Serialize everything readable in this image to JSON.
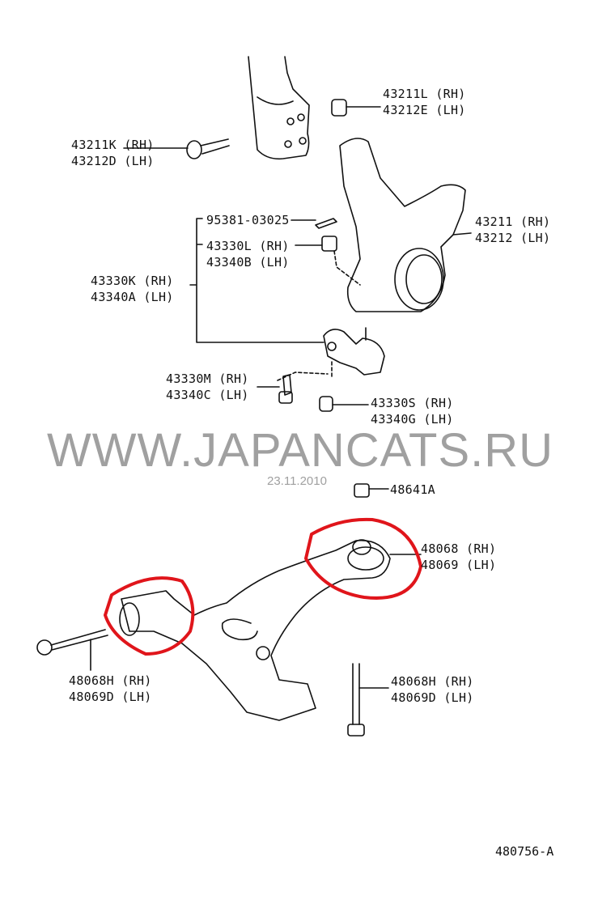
{
  "watermark": "WWW.JAPANCATS.RU",
  "date": "23.11.2010",
  "figure_number": "480756-A",
  "highlight_color": "#e0151b",
  "parts": {
    "strut_nut": {
      "rh": "43211L (RH)",
      "lh": "43212E (LH)"
    },
    "strut_bolt": {
      "rh": "43211K (RH)",
      "lh": "43212D (LH)"
    },
    "cotter_pin": {
      "num": "95381-03025"
    },
    "castle_nut": {
      "rh": "43330L (RH)",
      "lh": "43340B (LH)"
    },
    "ball_joint": {
      "rh": "43330K (RH)",
      "lh": "43340A (LH)"
    },
    "knuckle": {
      "rh": "43211 (RH)",
      "lh": "43212 (LH)"
    },
    "ball_joint_bolt": {
      "rh": "43330M (RH)",
      "lh": "43340C (LH)"
    },
    "ball_joint_nut": {
      "rh": "43330S (RH)",
      "lh": "43340G (LH)"
    },
    "arm_nut": {
      "num": "48641A"
    },
    "lower_arm": {
      "rh": "48068 (RH)",
      "lh": "48069 (LH)"
    },
    "arm_bolt_left": {
      "rh": "48068H (RH)",
      "lh": "48069D (LH)"
    },
    "arm_bolt_right": {
      "rh": "48068H (RH)",
      "lh": "48069D (LH)"
    }
  }
}
